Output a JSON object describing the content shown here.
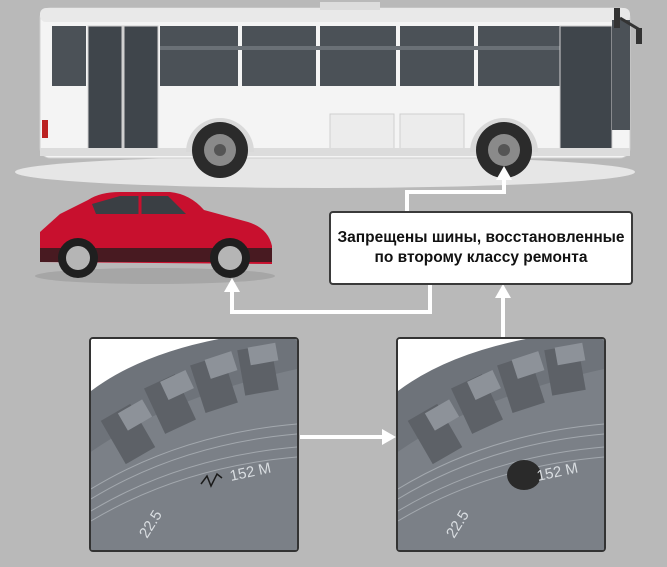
{
  "callout": {
    "line1": "Запрещены шины, восстановленные",
    "line2": "по второму классу ремонта"
  },
  "tire_left": {
    "size_label": "22.5",
    "load_label": "152 M"
  },
  "tire_right": {
    "size_label": "22.5",
    "load_label": "152 M"
  },
  "colors": {
    "background": "#b9b9b9",
    "bus_body": "#f2f2f2",
    "car_body": "#c8102e",
    "tire_rubber": "#6e737a",
    "arrow": "#ffffff"
  },
  "icons": [
    "bus-illustration",
    "car-illustration",
    "tire-damaged-icon",
    "tire-repaired-icon"
  ]
}
